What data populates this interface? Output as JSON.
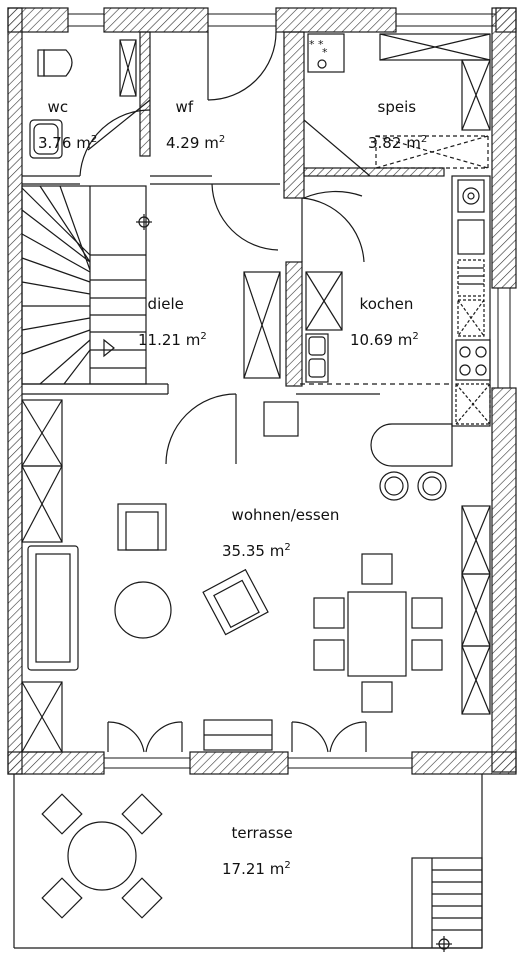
{
  "rooms": [
    {
      "name": "wc",
      "area": "3.76",
      "unit": "m",
      "exp": "2"
    },
    {
      "name": "wf",
      "area": "4.29",
      "unit": "m",
      "exp": "2"
    },
    {
      "name": "speis",
      "area": "3.82",
      "unit": "m",
      "exp": "2"
    },
    {
      "name": "diele",
      "area": "11.21",
      "unit": "m",
      "exp": "2"
    },
    {
      "name": "kochen",
      "area": "10.69",
      "unit": "m",
      "exp": "2"
    },
    {
      "name": "wohnen/essen",
      "area": "35.35",
      "unit": "m",
      "exp": "2"
    },
    {
      "name": "terrasse",
      "area": "17.21",
      "unit": "m",
      "exp": "2"
    }
  ],
  "colors": {
    "line": "#1a1a1a",
    "hatch": "#333333",
    "background": "#ffffff"
  }
}
